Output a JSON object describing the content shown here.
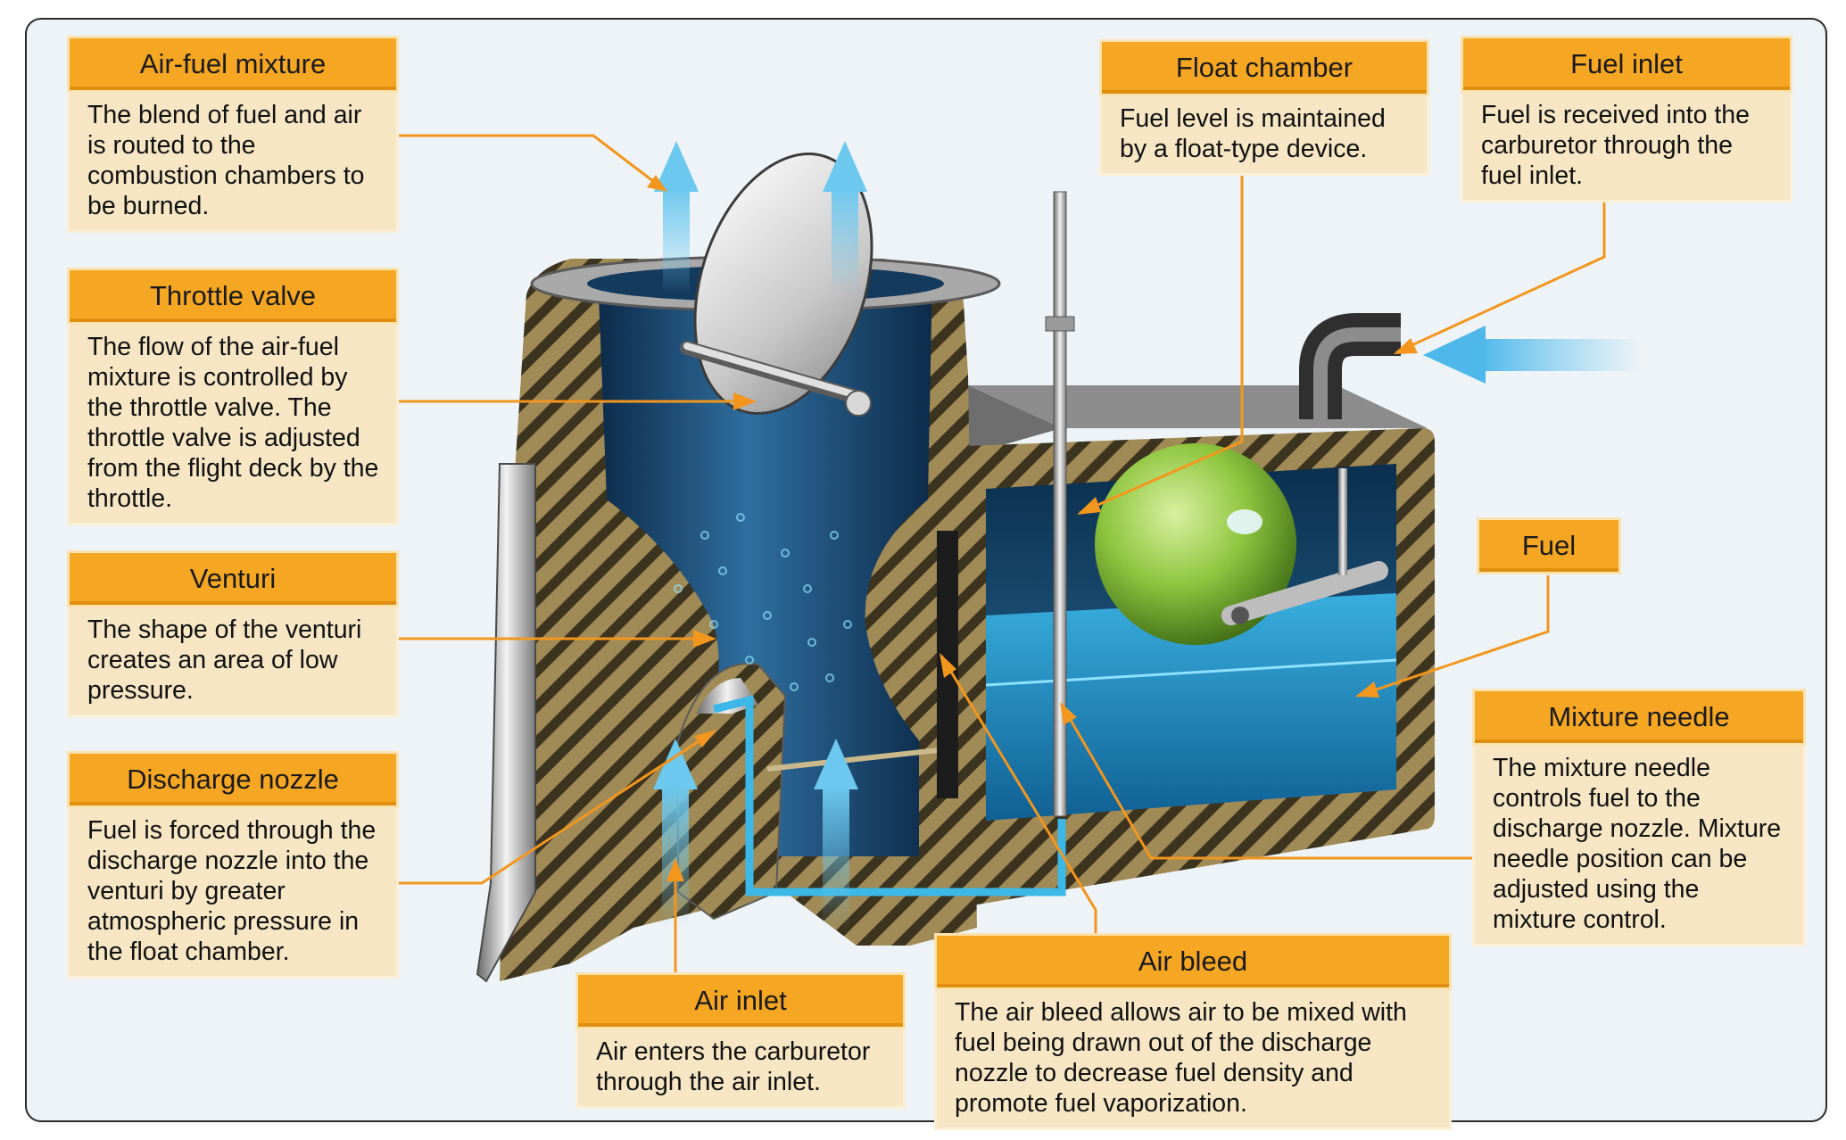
{
  "callouts": {
    "air_fuel_mixture": {
      "title": "Air-fuel mixture",
      "body": "The blend of fuel and air is routed to the combustion chambers to be burned."
    },
    "throttle_valve": {
      "title": "Throttle valve",
      "body": "The flow of the air-fuel mixture is controlled by the throttle valve. The throttle valve is adjusted from the flight deck by the throttle."
    },
    "venturi": {
      "title": "Venturi",
      "body": "The shape of the venturi creates an area of low pressure."
    },
    "discharge_nozzle": {
      "title": "Discharge nozzle",
      "body": "Fuel is forced through the discharge nozzle into the venturi by greater atmospheric pressure in the float chamber."
    },
    "air_inlet": {
      "title": "Air inlet",
      "body": "Air enters the carburetor through the air inlet."
    },
    "air_bleed": {
      "title": "Air bleed",
      "body": "The air bleed allows air to be mixed with fuel being drawn out of the discharge nozzle to decrease fuel density and promote fuel vaporization."
    },
    "float_chamber": {
      "title": "Float chamber",
      "body": "Fuel level is maintained by a float-type device."
    },
    "fuel_inlet": {
      "title": "Fuel inlet",
      "body": "Fuel is received into the carburetor through the fuel inlet."
    },
    "fuel": {
      "title": "Fuel",
      "body": ""
    },
    "mixture_needle": {
      "title": "Mixture needle",
      "body": "The mixture needle controls fuel to the discharge nozzle. Mixture needle position can be adjusted using the mixture control."
    }
  },
  "colors": {
    "callout_header": "#f5a623",
    "callout_body": "#f6e6c4",
    "leader_line": "#f2961e",
    "housing": "#a08a55",
    "fuel": "#1f8fc7",
    "float": "#8ec63f",
    "air_arrow": "#6cc8ef"
  }
}
